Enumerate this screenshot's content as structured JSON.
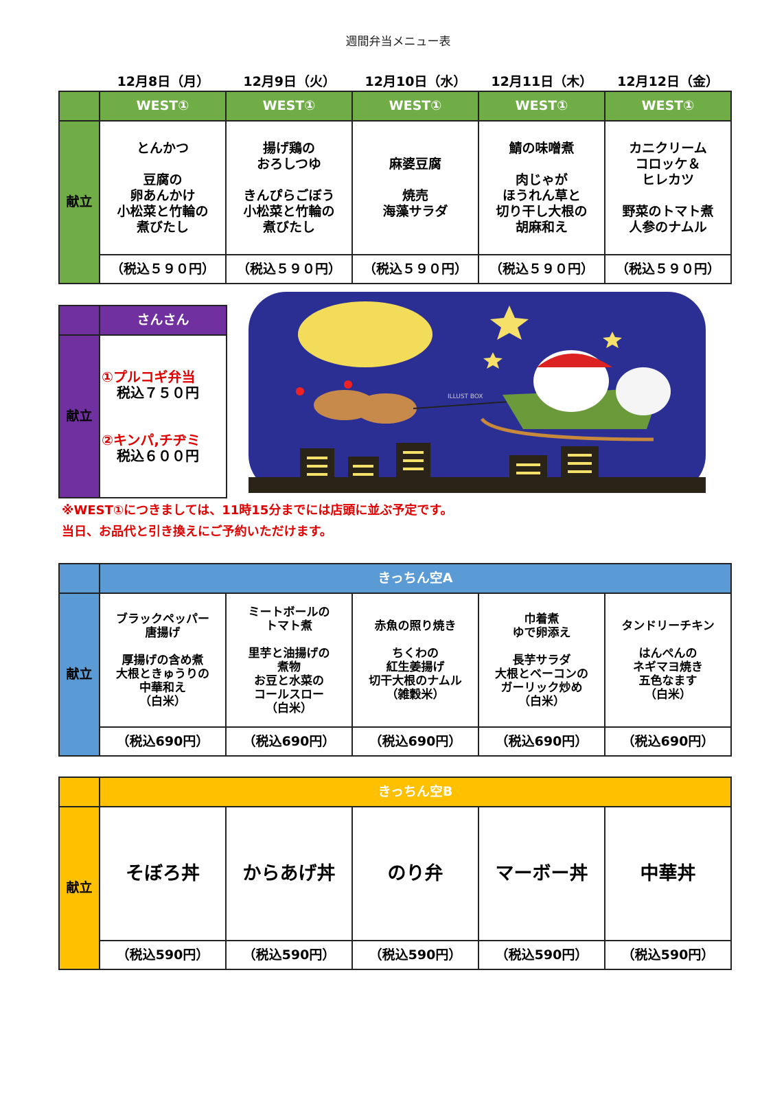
{
  "title": "週間弁当メニュー表",
  "dates": [
    "12月8日（月）",
    "12月9日（火）",
    "12月10日（水）",
    "12月11日（木）",
    "12月12日（金）"
  ],
  "row_label": "献立",
  "west": {
    "color": "#70ad47",
    "headers": [
      "WEST①",
      "WEST①",
      "WEST①",
      "WEST①",
      "WEST①"
    ],
    "items": [
      "とんかつ\n\n豆腐の\n卵あんかけ\n小松菜と竹輪の\n煮びたし",
      "揚げ鶏の\nおろしつゆ\n\nきんぴらごぼう\n小松菜と竹輪の\n煮びたし",
      "麻婆豆腐\n\n焼売\n海藻サラダ",
      "鯖の味噌煮\n\n肉じゃが\nほうれん草と\n切り干し大根の\n胡麻和え",
      "カニクリーム\nコロッケ＆\nヒレカツ\n\n野菜のトマト煮\n人参のナムル"
    ],
    "prices": [
      "（税込５９０円）",
      "（税込５９０円）",
      "（税込５９０円）",
      "（税込５９０円）",
      "（税込５９０円）"
    ]
  },
  "sansan": {
    "color": "#7030a0",
    "header": "さんさん",
    "item1": "①プルコギ弁当",
    "price1": "税込７５０円",
    "item2": "②キンパ,チヂミ",
    "price2": "税込６００円"
  },
  "illustration": {
    "watermark": "ILLUST BOX"
  },
  "notes": [
    "※WEST①につきましては、11時15分までには店頭に並ぶ予定です。",
    "当日、お品代と引き換えにご予約いただけます。"
  ],
  "kitchenA": {
    "color": "#5b9bd5",
    "header": "きっちん空A",
    "items": [
      "ブラックペッパー\n唐揚げ\n\n厚揚げの含め煮\n大根ときゅうりの\n中華和え\n（白米）",
      "ミートボールの\nトマト煮\n\n里芋と油揚げの\n煮物\nお豆と水菜の\nコールスロー\n（白米）",
      "赤魚の照り焼き\n\nちくわの\n紅生姜揚げ\n切干大根のナムル\n（雑穀米）",
      "巾着煮\nゆで卵添え\n\n長芋サラダ\n大根とベーコンの\nガーリック炒め\n（白米）",
      "タンドリーチキン\n\nはんぺんの\nネギマヨ焼き\n五色なます\n（白米）"
    ],
    "prices": [
      "（税込690円）",
      "（税込690円）",
      "（税込690円）",
      "（税込690円）",
      "（税込690円）"
    ]
  },
  "kitchenB": {
    "color": "#ffc000",
    "header": "きっちん空B",
    "items": [
      "そぼろ丼",
      "からあげ丼",
      "のり弁",
      "マーボー丼",
      "中華丼"
    ],
    "prices": [
      "（税込590円）",
      "（税込590円）",
      "（税込590円）",
      "（税込590円）",
      "（税込590円）"
    ]
  }
}
